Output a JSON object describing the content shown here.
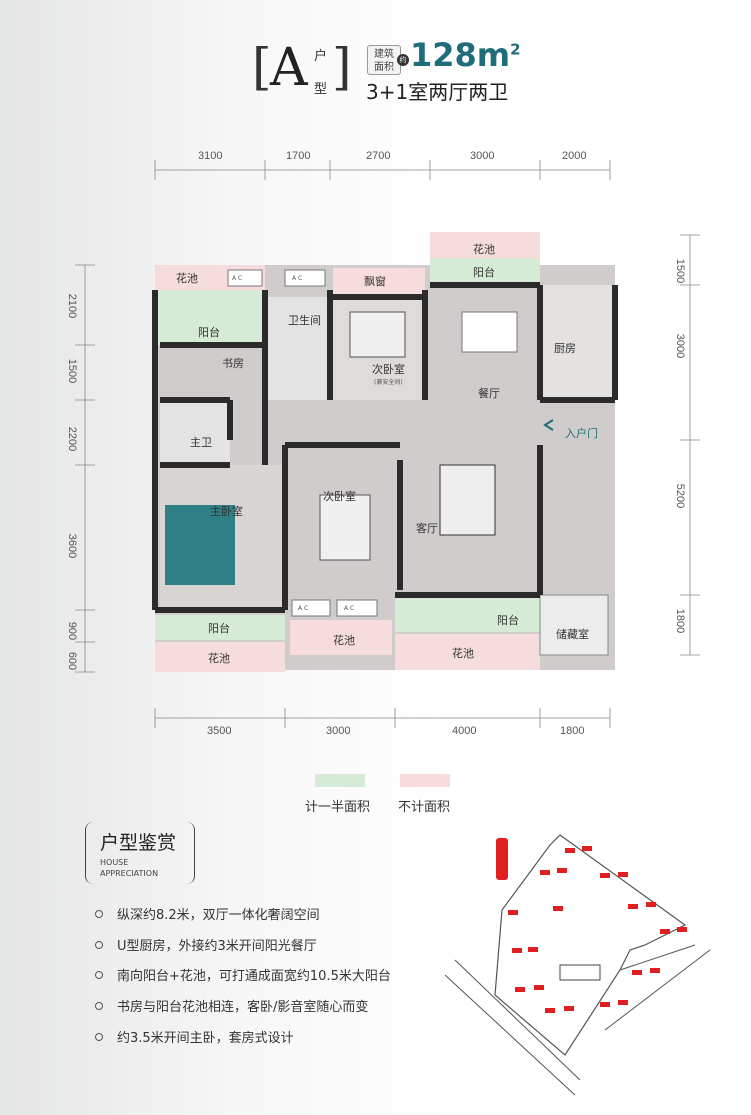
{
  "header": {
    "type_letter": "A",
    "type_label_1": "户",
    "type_label_2": "型",
    "badge_line1": "建筑",
    "badge_line2": "面积",
    "approx": "约",
    "area_value": "128m",
    "area_unit_sup": "2",
    "layout": "3+1室两厅两卫"
  },
  "dimensions": {
    "top": [
      "3100",
      "1700",
      "2700",
      "3000",
      "2000"
    ],
    "bottom": [
      "3500",
      "3000",
      "4000",
      "1800"
    ],
    "left": [
      "2100",
      "1500",
      "2200",
      "3600",
      "900",
      "600"
    ],
    "right": [
      "1500",
      "3000",
      "5200",
      "1800"
    ]
  },
  "rooms": {
    "flower_tl": "花池",
    "ac": "A  C",
    "balcony_tl": "阳台",
    "bathroom": "卫生间",
    "bay_window": "飘窗",
    "bedroom2": "次卧室",
    "bedroom2_sub": "(兼安全间)",
    "study": "书房",
    "flower_top": "花池",
    "balcony_top": "阳台",
    "dining": "餐厅",
    "kitchen": "厨房",
    "master_bath": "主卫",
    "entrance": "入户门",
    "bedroom3": "次卧室",
    "master_bedroom": "主卧室",
    "living": "客厅",
    "balcony_bl": "阳台",
    "flower_bl": "花池",
    "flower_bm": "花池",
    "balcony_br": "阳台",
    "flower_br": "花池",
    "storage": "储藏室"
  },
  "legend": [
    {
      "label": "计一半面积",
      "color": "#d6ebd6"
    },
    {
      "label": "不计面积",
      "color": "#f6dcdc"
    }
  ],
  "appreciation": {
    "title": "户型鉴赏",
    "en1": "HOUSE",
    "en2": "APPRECIATION"
  },
  "features": [
    "纵深约8.2米，双厅一体化奢阔空间",
    "U型厨房，外接约3米开间阳光餐厅",
    "南向阳台+花池，可打通成面宽约10.5米大阳台",
    "书房与阳台花池相连，客卧/影音室随心而变",
    "约3.5米开间主卧，套房式设计"
  ],
  "colors": {
    "accent": "#1f6d7a",
    "wall": "#2b2b2b",
    "floor": "#cfcccb",
    "green": "#d6ebd6",
    "pink": "#f6dcdc",
    "site_red": "#e02020"
  }
}
